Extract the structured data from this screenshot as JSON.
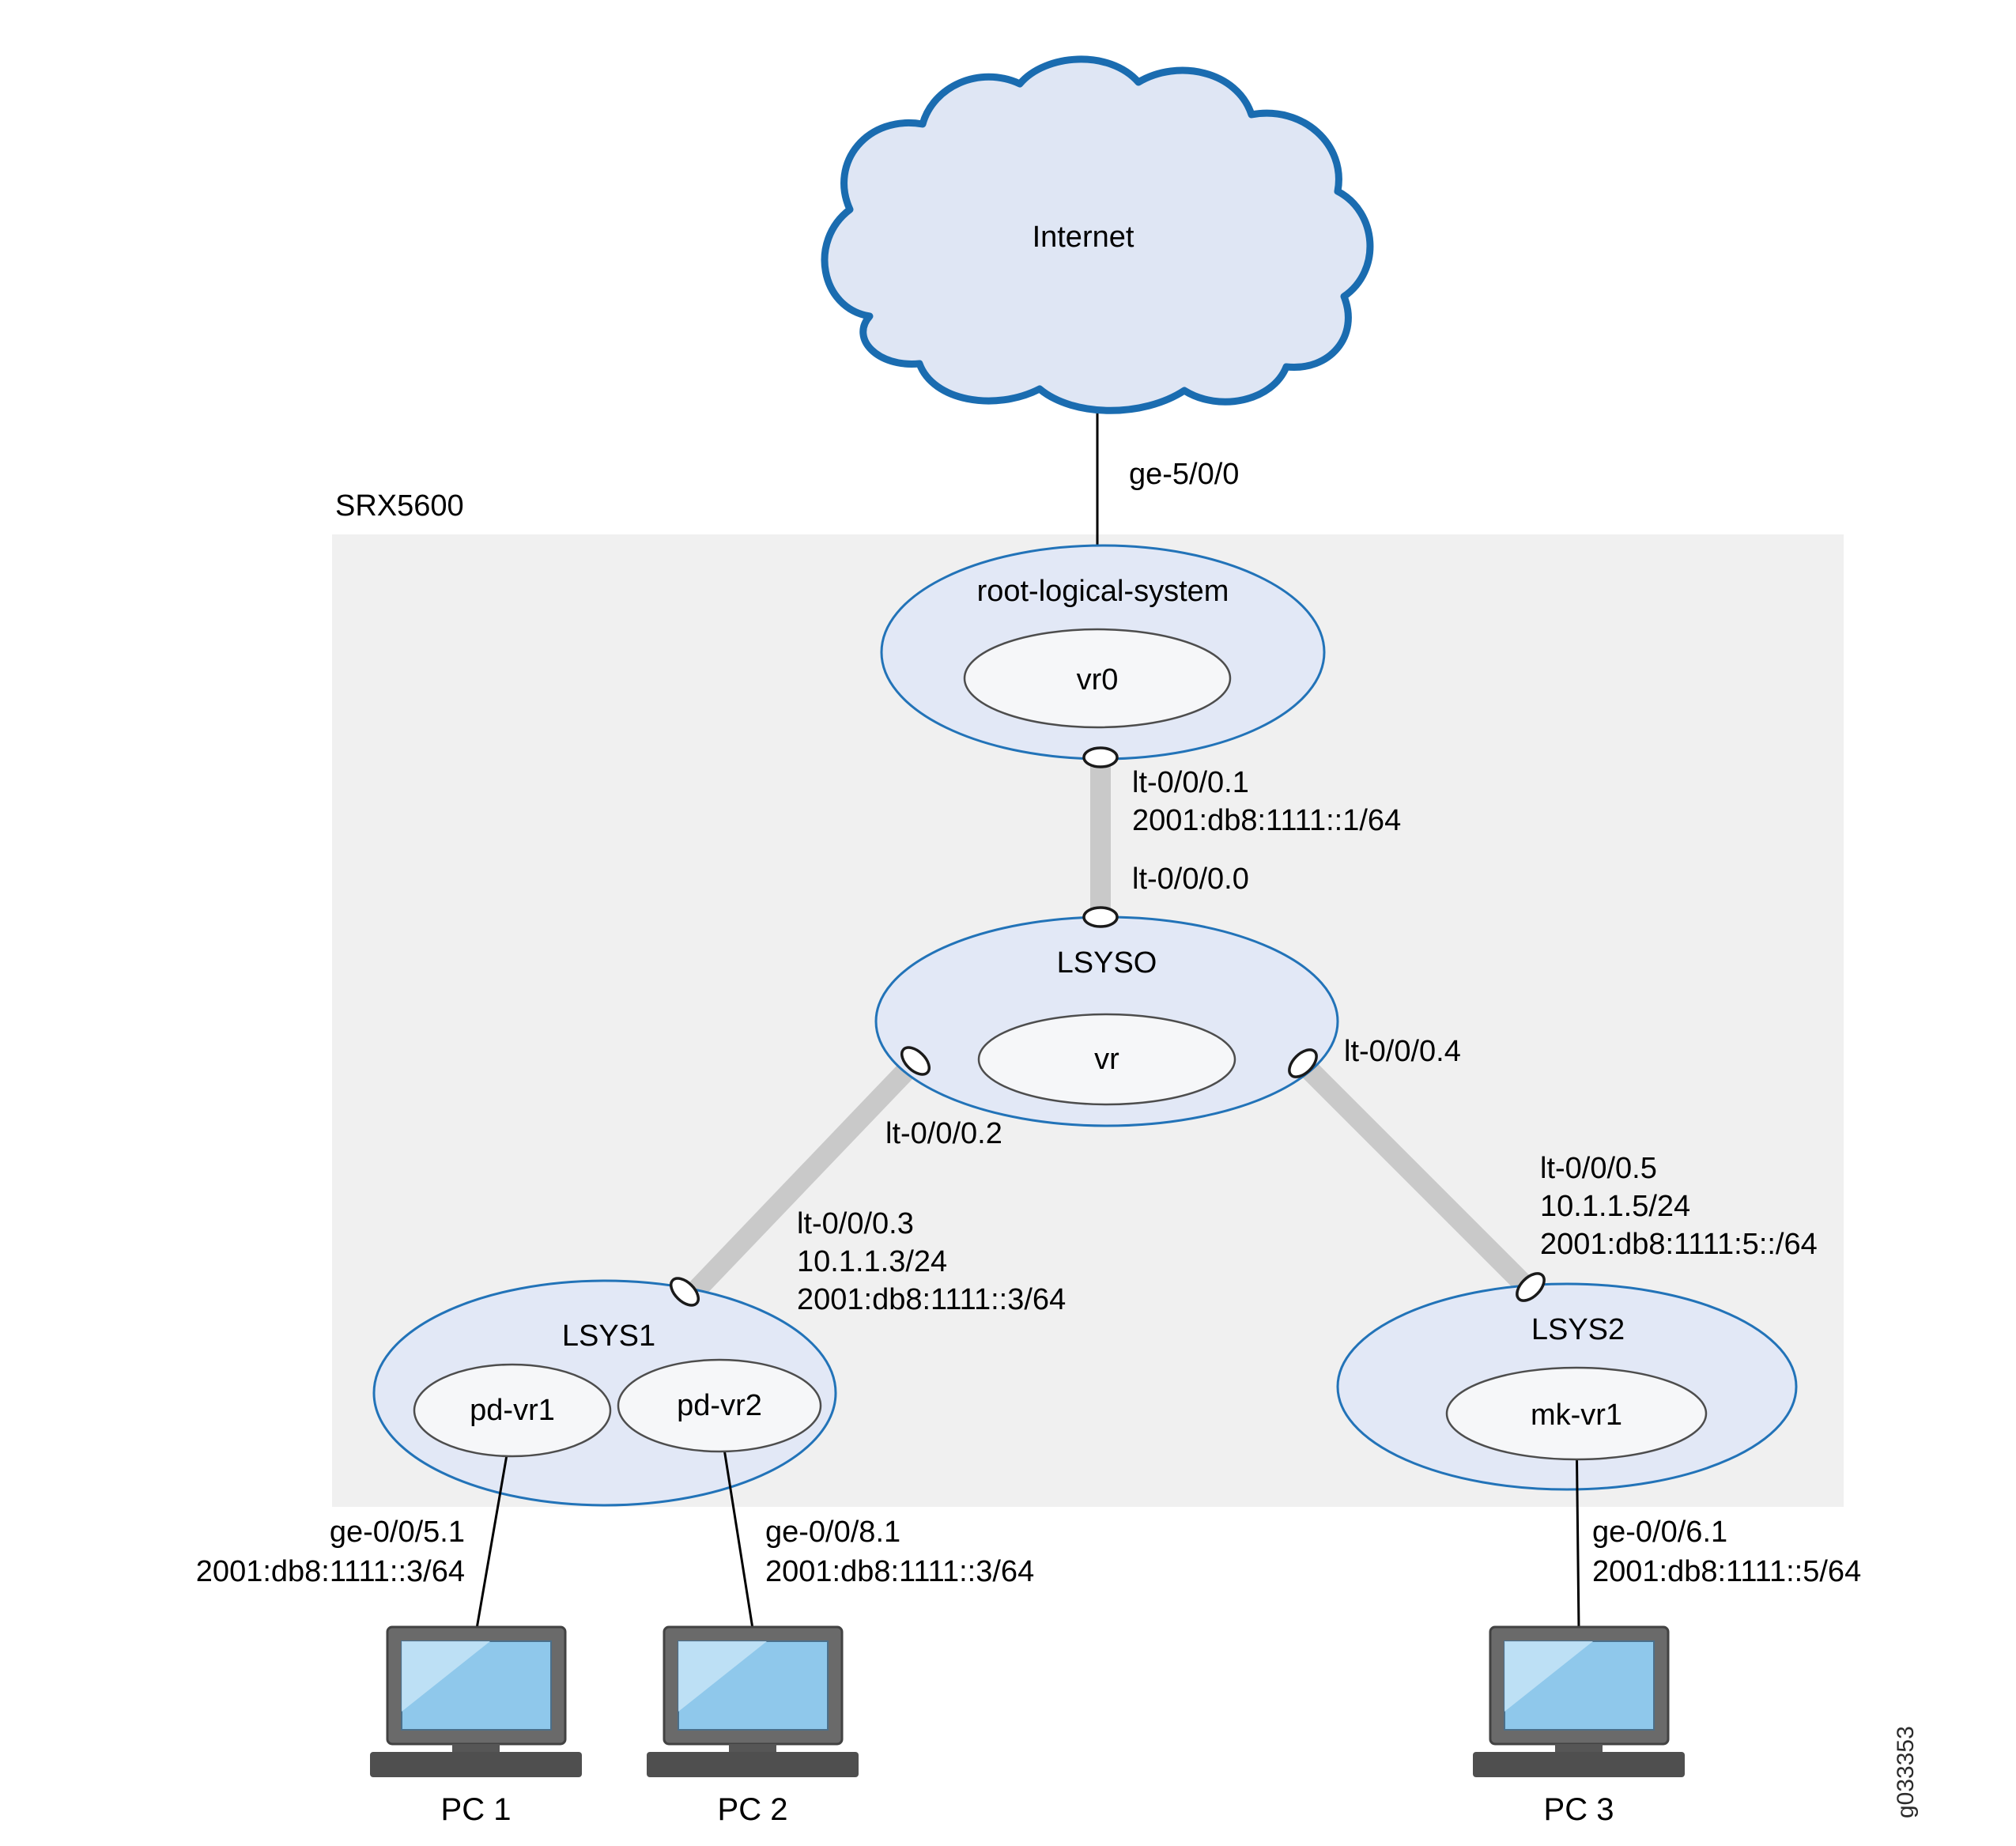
{
  "device": {
    "label": "SRX5600"
  },
  "cloud": {
    "label": "Internet"
  },
  "uplink": {
    "label": "ge-5/0/0"
  },
  "root": {
    "label": "root-logical-system",
    "vr": "vr0",
    "lt_if": "lt-0/0/0.1",
    "lt_ip6": "2001:db8:1111::1/64"
  },
  "lsys0": {
    "label": "LSYSO",
    "vr": "vr",
    "lt0": "lt-0/0/0.0",
    "lt2": "lt-0/0/0.2",
    "lt4": "lt-0/0/0.4"
  },
  "lsys1": {
    "label": "LSYS1",
    "vr1": "pd-vr1",
    "vr2": "pd-vr2",
    "lt3": "lt-0/0/0.3",
    "lt3_ip4": "10.1.1.3/24",
    "lt3_ip6": "2001:db8:1111::3/64"
  },
  "lsys2": {
    "label": "LSYS2",
    "vr": "mk-vr1",
    "lt5": "lt-0/0/0.5",
    "lt5_ip4": "10.1.1.5/24",
    "lt5_ip6": "2001:db8:1111:5::/64"
  },
  "pcs": [
    {
      "label": "PC 1",
      "iface": "ge-0/0/5.1",
      "ip6": "2001:db8:1111::3/64"
    },
    {
      "label": "PC 2",
      "iface": "ge-0/0/8.1",
      "ip6": "2001:db8:1111::3/64"
    },
    {
      "label": "PC 3",
      "iface": "ge-0/0/6.1",
      "ip6": "2001:db8:1111::5/64"
    }
  ],
  "figure_id": "g033353",
  "colors": {
    "node_fill": "#e2e8f6",
    "node_stroke": "#2273b8",
    "cloud_fill": "#dfe6f4",
    "cloud_stroke": "#1a6cb0",
    "inner_fill": "#f6f7f9",
    "inner_stroke": "#4d4d4d",
    "device_bg": "#f0f0f0",
    "link_gray": "#c9c9c9",
    "screen_blue": "#8fc8eb"
  }
}
